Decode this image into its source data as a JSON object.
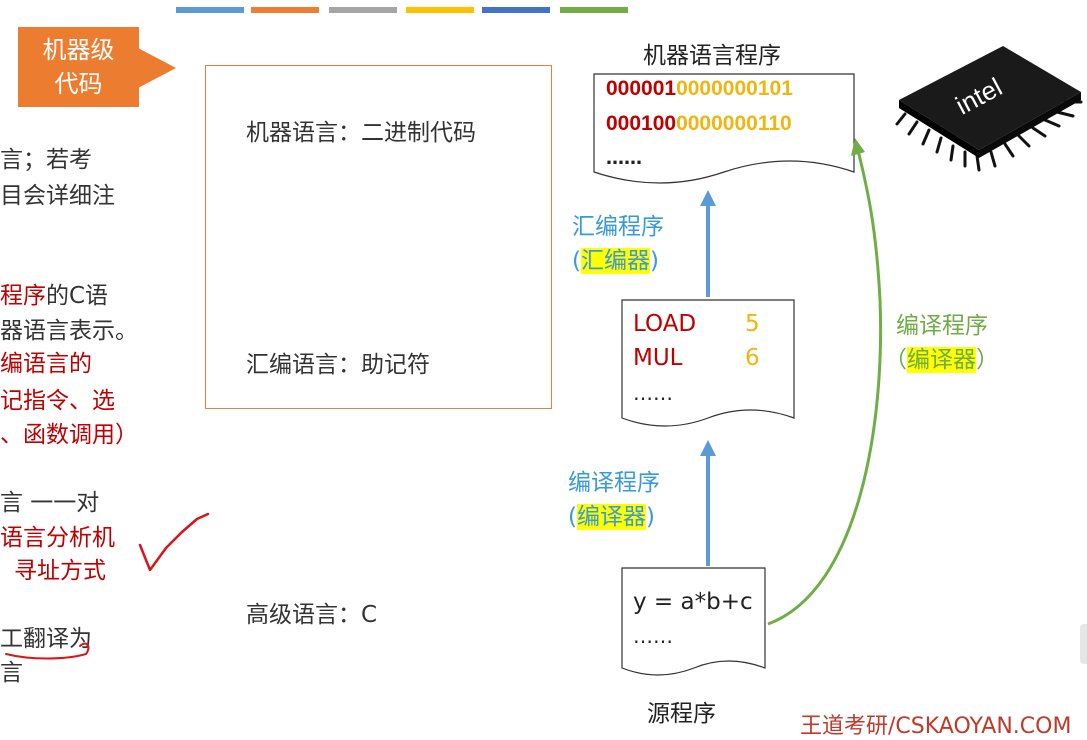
{
  "colors": {
    "bars": [
      "#5b9bd5",
      "#ed7d31",
      "#a5a5a5",
      "#ffc000",
      "#4472c4",
      "#70ad47"
    ],
    "callout": "#ec7c30",
    "red": "#c00000",
    "yellow": "#f1b511",
    "blue": "#3a9ad9",
    "green": "#6fac46"
  },
  "callout": {
    "label": "机器级\n代码"
  },
  "levels": {
    "machine": "机器语言：二进制代码",
    "assembly": "汇编语言：助记符",
    "high": "高级语言：C"
  },
  "sidebar": {
    "line1": "言；若考",
    "line2": "目会详细注",
    "line3_red": "程序",
    "line3_rest": "的C语",
    "line4": "器语言表示。",
    "line5": "编语言的",
    "line6": "记指令、选",
    "line7": "、函数调用）",
    "line8": "言 一一对",
    "line9": "语言分析机",
    "line10": "寻址方式",
    "line11": "工翻译为",
    "line12": "言"
  },
  "machine_program": {
    "title": "机器语言程序",
    "rows": [
      {
        "hi": "000001",
        "lo": "0000000101"
      },
      {
        "hi": "000100",
        "lo": "0000000110"
      }
    ],
    "ellipsis": "……"
  },
  "assembler": {
    "label": "汇编程序",
    "open": "(",
    "tool": "汇编器",
    "close": ")"
  },
  "assembly_program": {
    "rows": [
      {
        "op": "LOAD",
        "arg": "5"
      },
      {
        "op": "MUL",
        "arg": "6"
      }
    ],
    "ellipsis": "……"
  },
  "compiler_left": {
    "label": "编译程序",
    "open": "(",
    "tool": "编译器",
    "close": ")"
  },
  "compiler_right": {
    "label": "编译程序",
    "open": "（",
    "tool": "编译器",
    "close": "）"
  },
  "source_program": {
    "code": "y = a*b+c",
    "ellipsis": "……",
    "title": "源程序"
  },
  "chip": {
    "brand": "intel"
  },
  "watermark": "王道考研/CSKAOYAN.COM"
}
